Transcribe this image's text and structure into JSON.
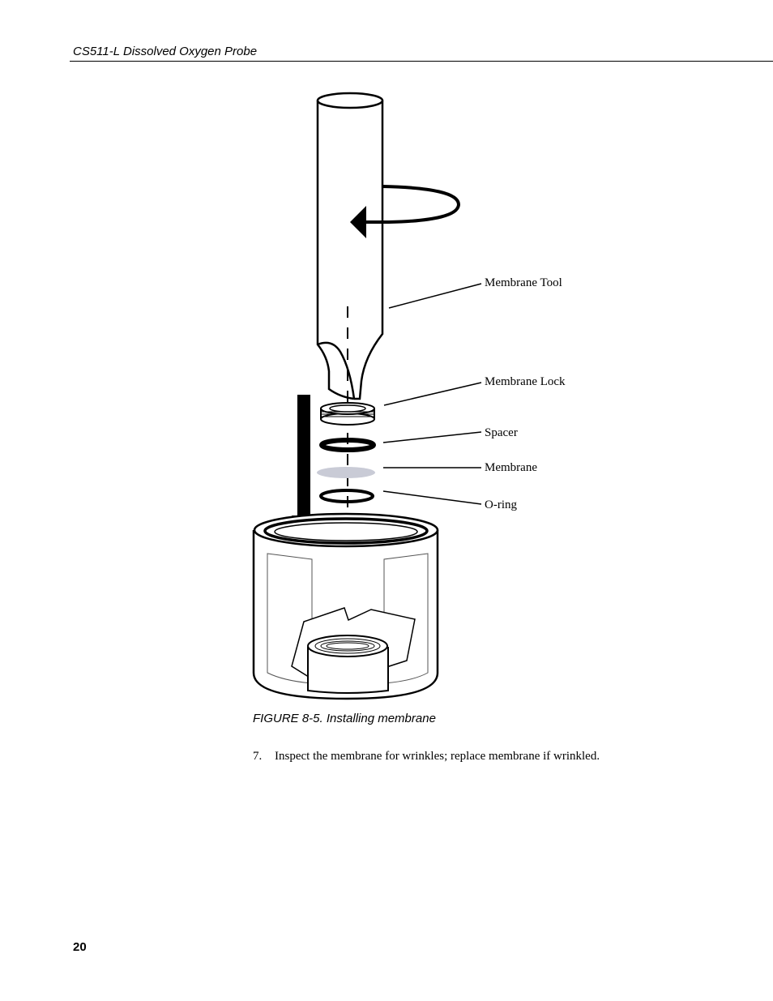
{
  "header": {
    "title": "CS511-L Dissolved Oxygen Probe"
  },
  "figure": {
    "labels": {
      "membrane_tool": "Membrane Tool",
      "membrane_lock": "Membrane Lock",
      "spacer": "Spacer",
      "membrane": "Membrane",
      "o_ring": "O-ring"
    },
    "caption": "FIGURE 8-5.  Installing membrane"
  },
  "steps": [
    {
      "number": "7.",
      "text": "Inspect the membrane for wrinkles; replace membrane if wrinkled."
    }
  ],
  "footer": {
    "page_number": "20"
  }
}
